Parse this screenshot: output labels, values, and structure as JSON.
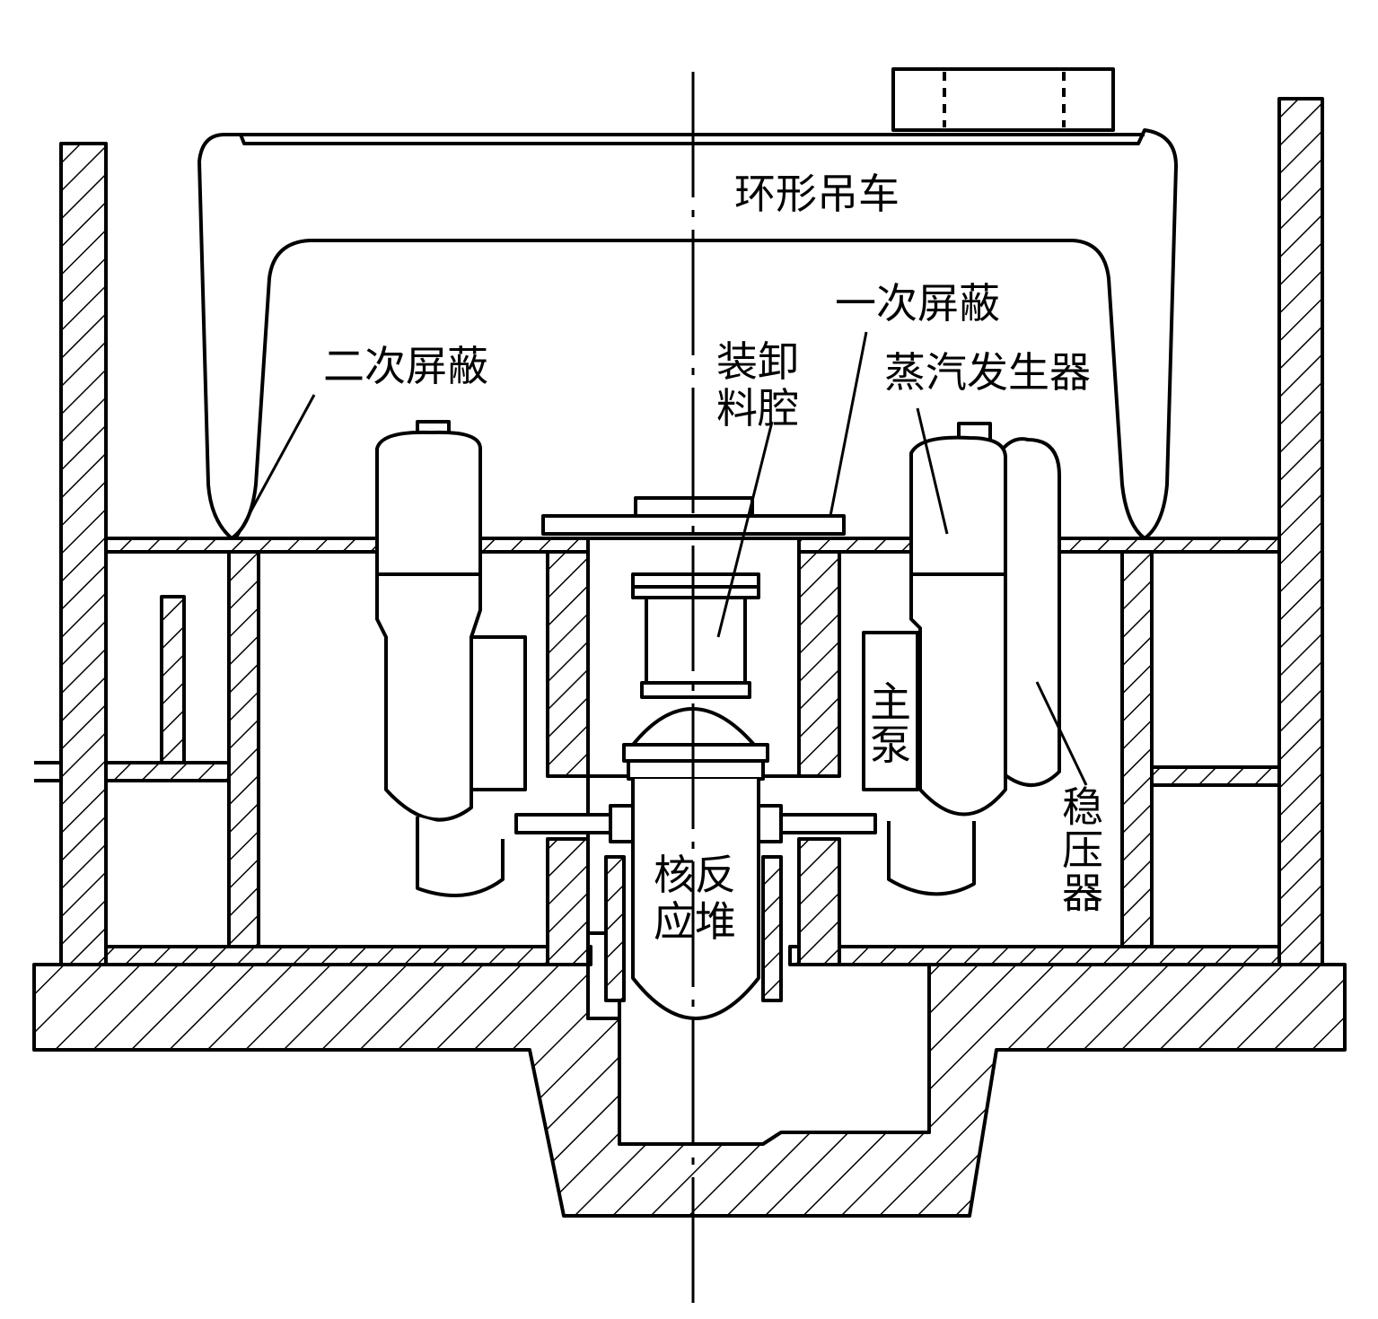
{
  "diagram": {
    "labels": {
      "crane": "环形吊车",
      "primary_shield": "一次屏蔽",
      "secondary_shield": "二次屏蔽",
      "refueling_cavity": "装卸\n料腔",
      "steam_generator": "蒸汽发生器",
      "main_pump": "主泵",
      "pressurizer": "稳压器",
      "reactor": "核反\n应堆"
    },
    "colors": {
      "line": "#000000",
      "background": "#ffffff"
    }
  }
}
